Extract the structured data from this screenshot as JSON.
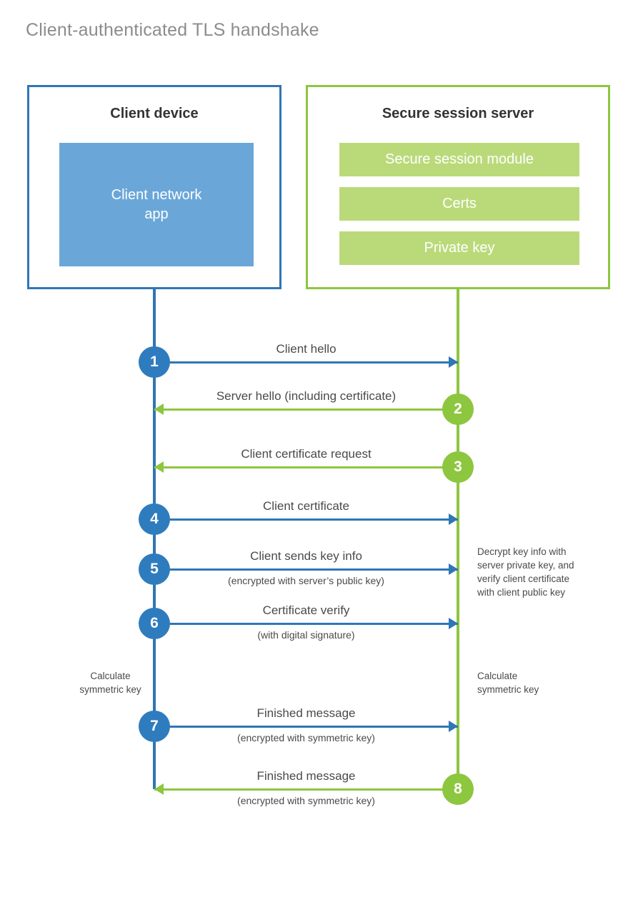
{
  "title": "Client-authenticated TLS handshake",
  "actors": {
    "client": {
      "title": "Client device",
      "app_label": "Client network\napp"
    },
    "server": {
      "title": "Secure session server",
      "bars": [
        "Secure session module",
        "Certs",
        "Private key"
      ]
    }
  },
  "messages": [
    {
      "number": "1",
      "label": "Client hello",
      "sublabel": "",
      "direction": "client-to-server",
      "color": "blue"
    },
    {
      "number": "2",
      "label": "Server hello (including certificate)",
      "sublabel": "",
      "direction": "server-to-client",
      "color": "green"
    },
    {
      "number": "3",
      "label": "Client certificate request",
      "sublabel": "",
      "direction": "server-to-client",
      "color": "green"
    },
    {
      "number": "4",
      "label": "Client certificate",
      "sublabel": "",
      "direction": "client-to-server",
      "color": "blue"
    },
    {
      "number": "5",
      "label": "Client sends key info",
      "sublabel": "(encrypted with server’s public key)",
      "direction": "client-to-server",
      "color": "blue"
    },
    {
      "number": "6",
      "label": "Certificate verify",
      "sublabel": "(with digital signature)",
      "direction": "client-to-server",
      "color": "blue"
    },
    {
      "number": "7",
      "label": "Finished message",
      "sublabel": "(encrypted with symmetric key)",
      "direction": "client-to-server",
      "color": "blue"
    },
    {
      "number": "8",
      "label": "Finished message",
      "sublabel": "(encrypted with symmetric key)",
      "direction": "server-to-client",
      "color": "green"
    }
  ],
  "notes": {
    "decrypt": "Decrypt key info with\nserver private key, and\nverify client certificate\nwith client public key",
    "calculate_client": "Calculate\nsymmetric key",
    "calculate_server": "Calculate\nsymmetric key"
  },
  "colors": {
    "client_blue": "#3076B5",
    "client_circle_blue": "#2E7CBE",
    "client_app_fill": "#6AA7D8",
    "server_green": "#8DC63F",
    "server_bar_fill": "#BADA7A",
    "title_gray": "#8C8C8C",
    "text_gray": "#4A4A4A",
    "background": "#FFFFFF"
  }
}
